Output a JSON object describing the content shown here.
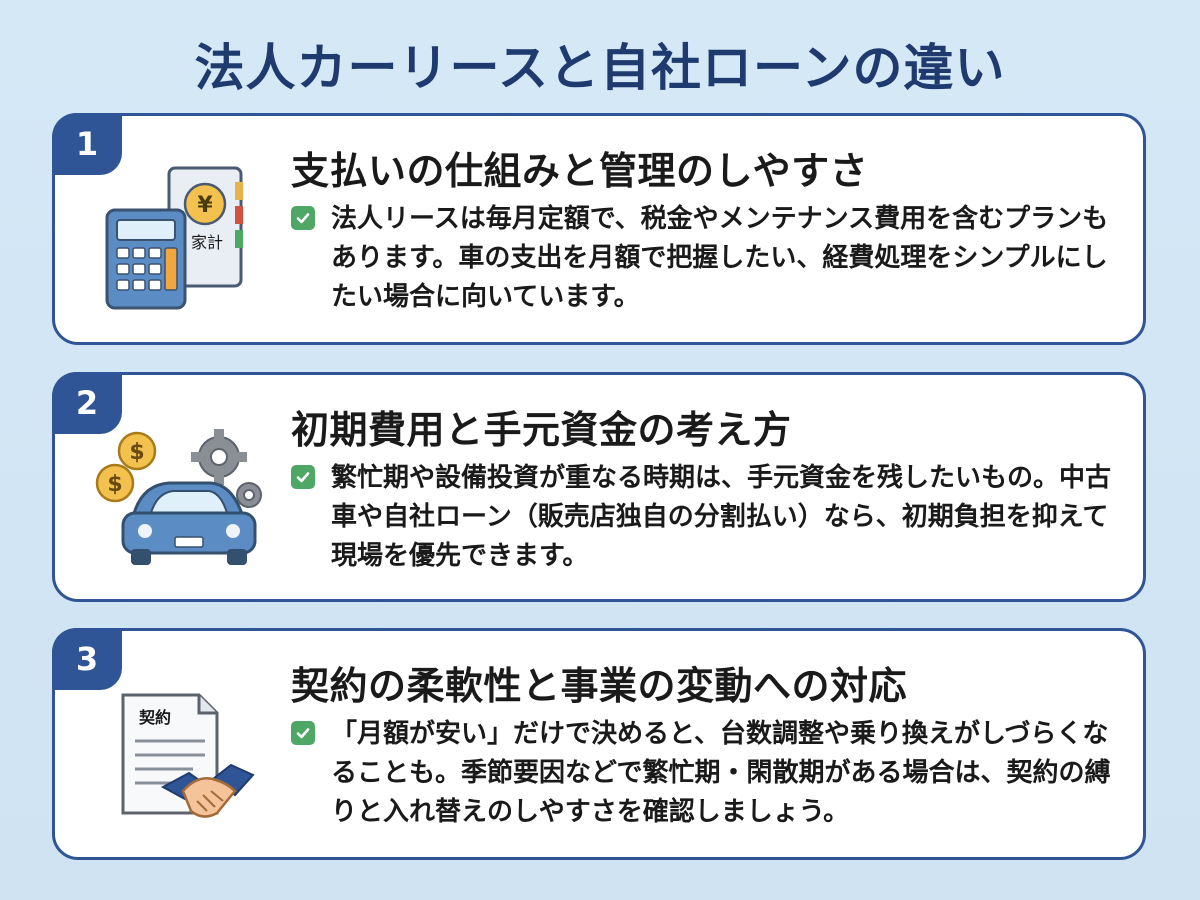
{
  "title": "法人カーリースと自社ローンの違い",
  "cards": [
    {
      "number": "1",
      "title": "支払いの仕組みと管理のしやすさ",
      "body": "法人リースは毎月定額で、税金やメンテナンス費用を含むプランもあります。車の支出を月額で把握したい、経費処理をシンプルにしたい場合に向いています。",
      "illustration": {
        "icons": [
          "calculator-icon",
          "ledger-book-icon",
          "yen-coin-icon"
        ],
        "ledger_label": "家計",
        "coin_symbol": "¥"
      }
    },
    {
      "number": "2",
      "title": "初期費用と手元資金の考え方",
      "body": "繁忙期や設備投資が重なる時期は、手元資金を残したいもの。中古車や自社ローン（販売店独自の分割払い）なら、初期負担を抑えて現場を優先できます。",
      "illustration": {
        "icons": [
          "car-icon",
          "dollar-coin-icon",
          "gear-icon"
        ],
        "coin_symbol": "$"
      }
    },
    {
      "number": "3",
      "title": "契約の柔軟性と事業の変動への対応",
      "body": "「月額が安い」だけで決めると、台数調整や乗り換えがしづらくなることも。季節要因などで繁忙期・閑散期がある場合は、契約の縛りと入れ替えのしやすさを確認しましょう。",
      "illustration": {
        "icons": [
          "contract-document-icon",
          "handshake-icon"
        ],
        "document_label": "契約"
      }
    }
  ],
  "colors": {
    "accent": "#2f5597",
    "title": "#1f3a6e",
    "check": "#4fa765",
    "background": "#d5e8f6"
  }
}
